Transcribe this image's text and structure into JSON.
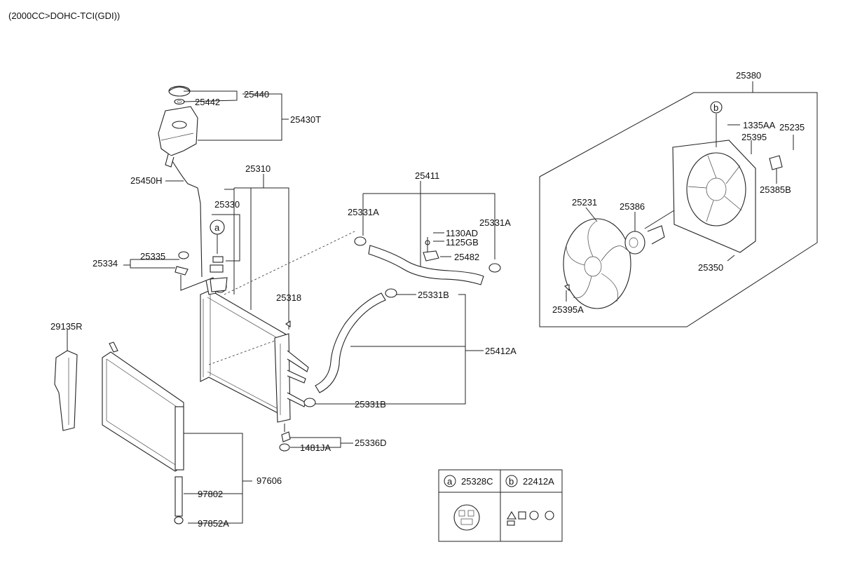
{
  "engine_label": "(2000CC>DOHC-TCI(GDI))",
  "parts": {
    "p25440": "25440",
    "p25442": "25442",
    "p25430T": "25430T",
    "p25450H": "25450H",
    "p25310": "25310",
    "p25330": "25330",
    "p25334": "25334",
    "p25335": "25335",
    "p25318": "25318",
    "p29135R": "29135R",
    "p25411": "25411",
    "p25331A_left": "25331A",
    "p25331A_right": "25331A",
    "p1130AD": "1130AD",
    "p1125GB": "1125GB",
    "p25482": "25482",
    "p25331B_top": "25331B",
    "p25412A": "25412A",
    "p25331B_bottom": "25331B",
    "p1481JA": "1481JA",
    "p25336D": "25336D",
    "p97606": "97606",
    "p97802": "97802",
    "p97852A": "97852A",
    "p25380": "25380",
    "p1335AA": "1335AA",
    "p25235": "25235",
    "p25395": "25395",
    "p25385B": "25385B",
    "p25231": "25231",
    "p25386": "25386",
    "p25350": "25350",
    "p25395A": "25395A"
  },
  "callouts": {
    "a": "a",
    "b": "b"
  },
  "legend": {
    "a_letter": "a",
    "a_part": "25328C",
    "b_letter": "b",
    "b_part": "22412A"
  }
}
